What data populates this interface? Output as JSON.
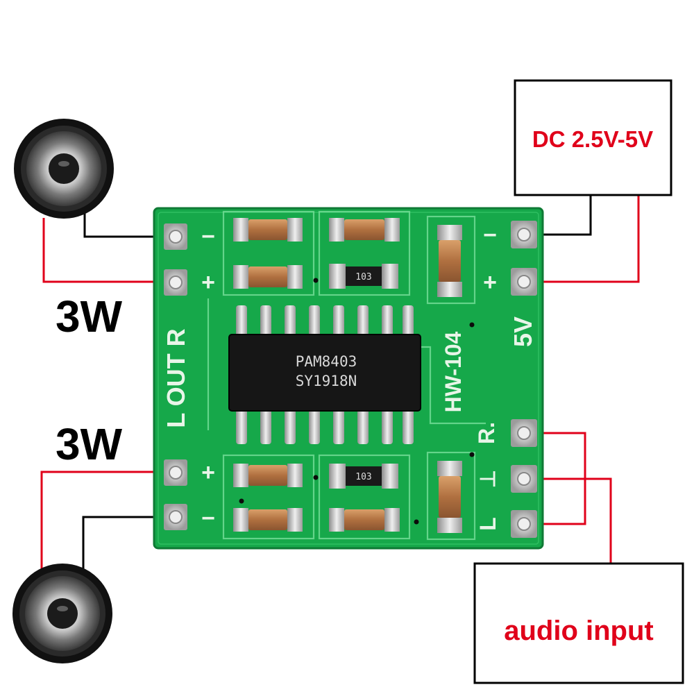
{
  "power_box": {
    "label": "DC 2.5V-5V"
  },
  "audio_box": {
    "label": "audio input"
  },
  "speakers": [
    {
      "power_label": "3W"
    },
    {
      "power_label": "3W"
    }
  ],
  "chip": {
    "line1": "PAM8403",
    "line2": "SY1918N"
  },
  "resistor_codes": [
    "103",
    "103"
  ],
  "board": {
    "model": "HW-104",
    "left_side_text": "L OUT R",
    "supply_text": "5V",
    "right_channel": "R.",
    "ground_mark": "⊥",
    "left_channel": "L",
    "minus": "−",
    "plus": "+"
  },
  "colors": {
    "pcb": "#16a84a",
    "wire_red": "#e0001a",
    "wire_black": "#000000",
    "label_red": "#e0001a"
  }
}
